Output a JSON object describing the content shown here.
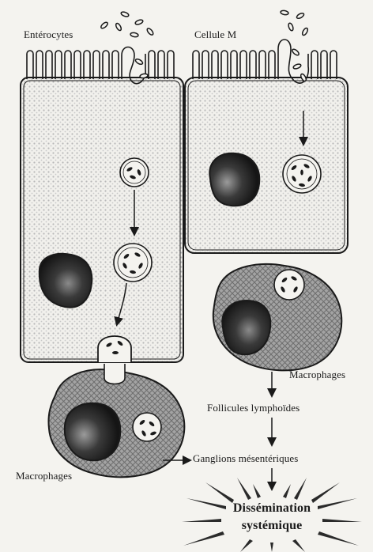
{
  "labels": {
    "enterocytes": "Entérocytes",
    "cellule_m": "Cellule M",
    "macrophages_right": "Macrophages",
    "follicules": "Follicules lymphoïdes",
    "ganglions": "Ganglions mésentériques",
    "macrophages_left": "Macrophages",
    "dissemination_line1": "Dissémination",
    "dissemination_line2": "systémique"
  },
  "colors": {
    "background": "#f4f3ef",
    "ink": "#1a1a1a",
    "cytoplasm_dots": "#b9b9b9",
    "nucleus_dark": "#1c1c1c",
    "nucleus_light": "#8a8a8a",
    "macrophage_fill": "#9a9a9a"
  }
}
